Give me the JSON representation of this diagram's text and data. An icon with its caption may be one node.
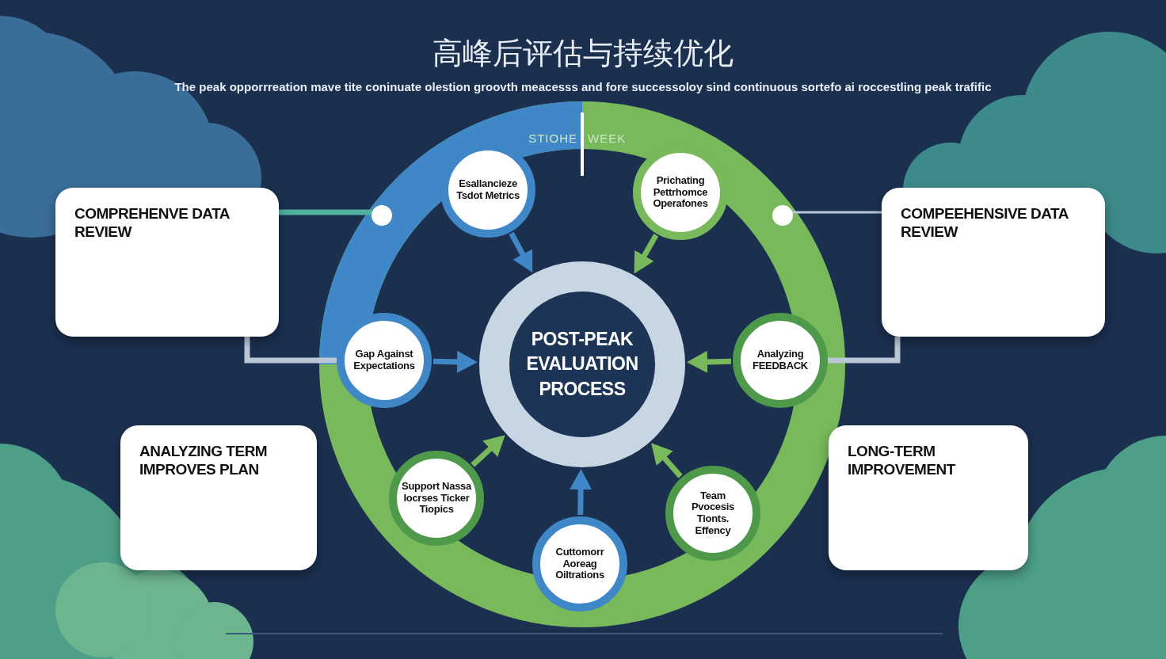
{
  "diagram": {
    "title": "高峰后评估与持续优化",
    "nodes": [
      {
        "text": [
          "POST-PEAK EVALUATION PROCESS"
        ]
      },
      {
        "text": [
          "Esallancieze Tsdot Metrics"
        ]
      },
      {
        "text": [
          "Prichating Pettrhomce Operafones"
        ]
      },
      {
        "text": [
          "Gap Against Expectations"
        ]
      },
      {
        "text": [
          "Analyzing FEEDBACK"
        ]
      },
      {
        "text": [
          "Support Nassa Iocrses Ticker Tiopics"
        ]
      },
      {
        "text": [
          "Team Pvocesis Tionts. Effency"
        ]
      },
      {
        "text": [
          "Cuttomorr Aoreag Oiltrations"
        ]
      },
      {
        "text": [
          "COMPREHENVE DATA REVIEW"
        ]
      },
      {
        "text": [
          "COMPEEHENSIVE DATA REVIEW"
        ]
      },
      {
        "text": [
          "ANALYZING TERM IMPROVES PLAN"
        ]
      },
      {
        "text": [
          "LONG-TERM IMPROVEMENT"
        ]
      }
    ],
    "edges": [
      {
        "from": 1,
        "to": 0,
        "arrow": "to",
        "color": "#3f87c7"
      },
      {
        "from": 2,
        "to": 0,
        "arrow": "to"
      },
      {
        "from": 3,
        "to": 0,
        "arrow": "to",
        "color": "#3f87c7"
      },
      {
        "from": 4,
        "to": 0,
        "arrow": "to"
      },
      {
        "from": 5,
        "to": 0,
        "arrow": "to"
      },
      {
        "from": 6,
        "to": 0,
        "arrow": "to"
      },
      {
        "from": 7,
        "to": 0,
        "arrow": "to",
        "color": "#3f87c7"
      },
      {
        "from": 3,
        "to": 8,
        "arrow": "none",
        "color": "#b9c7d6"
      },
      {
        "from": 4,
        "to": 9,
        "arrow": "none",
        "color": "#b9c7d6"
      }
    ],
    "labels": [
      "The peak opporrreation mave tite coninuate olestion groovth meacesss and fore successoloy sind continuous sortefo ai roccestling peak trafific",
      "STIOHE",
      "WEEK"
    ]
  }
}
